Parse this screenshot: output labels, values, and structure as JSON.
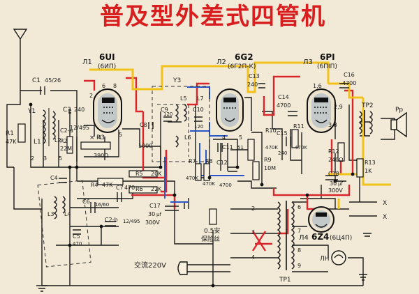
{
  "title": "普及型外差式四管机",
  "tubes": {
    "t1": {
      "ref": "Л1",
      "type": "6UI",
      "alt": "(6ИП)"
    },
    "t2": {
      "ref": "Л2",
      "type": "6G2",
      "alt": "(6Г2П-К)"
    },
    "t3": {
      "ref": "Л3",
      "type": "6PI",
      "alt": "(6ПIП)"
    },
    "t4": {
      "ref": "Л4",
      "type": "6Z4",
      "alt": "(6Ц4П)"
    }
  },
  "components": {
    "c1": "C1",
    "c1v": "45/26",
    "y1": "Y1",
    "r1": "R1",
    "r1v": "47K",
    "l1": "L1",
    "l2": "L2",
    "c2a": "C2-a",
    "c3": "C3",
    "c3v": "240",
    "c12495": "12/495",
    "r2": "R2",
    "r2v": "22M",
    "r3": "R3",
    "r3v": "390Ω",
    "x": "×",
    "y3": "Y3",
    "l5": "L5",
    "l7": "L7",
    "l6": "L6",
    "c9": "C9",
    "c9v": "120",
    "c10": "C10",
    "c10v": "120",
    "c8": "C8",
    "c8v": "1000",
    "c11": "C11",
    "c11v": "51",
    "r7": "R7",
    "r7v": "470K",
    "r8": "R8",
    "r8v": "470K",
    "c12": "C12",
    "c12v": "4700",
    "c13": "C13",
    "c13v": "240",
    "r10": "R10",
    "r10v": "470K",
    "r9": "R9",
    "r9v": "10M",
    "c14": "C14",
    "c14v": "4700",
    "c15": "C15",
    "c15v": "240",
    "r11": "R11",
    "r11v": "470K",
    "c16": "C16",
    "c16v": "4700",
    "r12": "R12",
    "r12v": "240Ω",
    "c18": "C18",
    "c18v": "30",
    "c18u": "μf",
    "c18w": "300V",
    "tp2": "TP2",
    "r13": "R13",
    "r13v": "1K",
    "pp": "Pp",
    "r5": "R5",
    "r5v": "20K",
    "r6": "R6",
    "r6v": "22K",
    "r4": "R4",
    "r4v": "47K",
    "c7": "C7",
    "c7v": "470",
    "c4": "C4",
    "l3": "L3",
    "l4": "L4",
    "c5": "C5",
    "c5v": "470",
    "c6": "C6",
    "c6v": "16/60",
    "c2b": "C2-b",
    "c2bv": "12/495",
    "c17": "C17",
    "c17v": "30",
    "c17u": "μf",
    "c17w": "300V",
    "fuse": "0.5安",
    "fuse2": "保险丝",
    "ac": "交流220V",
    "tp1": "TP1",
    "lamp": "ЛН",
    "xmark": "X"
  },
  "pins": [
    "1",
    "2",
    "3",
    "4",
    "5",
    "6",
    "7",
    "8",
    "9"
  ],
  "pinpairs": [
    "1,6",
    "2,9",
    "3,8"
  ],
  "colors": {
    "red": "#d9262a",
    "yellow": "#f1c21a",
    "blue": "#2a57c8",
    "title": "#d81e1e"
  }
}
